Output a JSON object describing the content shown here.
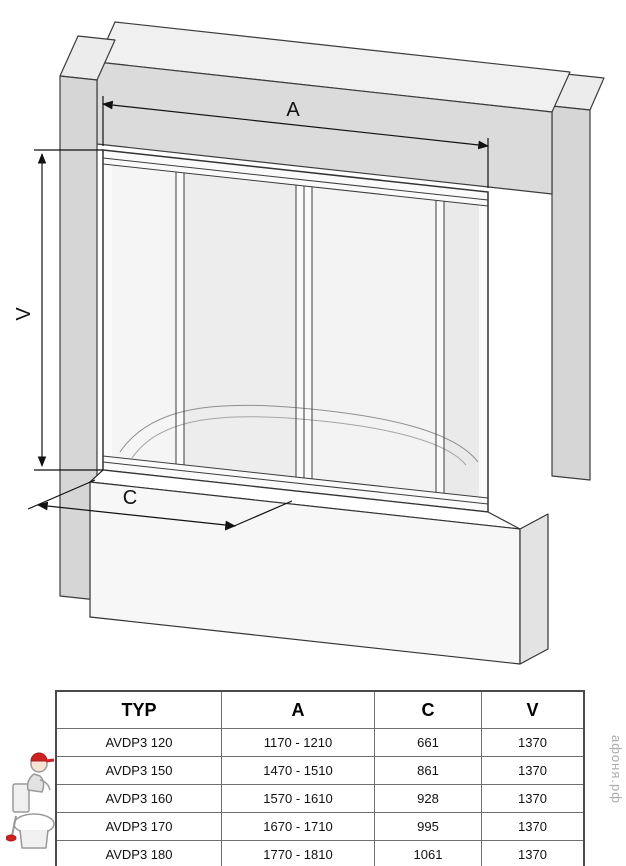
{
  "diagram": {
    "dim_a_label": "A",
    "dim_v_label": "V",
    "dim_c_label": "C"
  },
  "table": {
    "headers": [
      "TYP",
      "A",
      "C",
      "V"
    ],
    "rows": [
      [
        "AVDP3 120",
        "1170 - 1210",
        "661",
        "1370"
      ],
      [
        "AVDP3 150",
        "1470 - 1510",
        "861",
        "1370"
      ],
      [
        "AVDP3 160",
        "1570 - 1610",
        "928",
        "1370"
      ],
      [
        "AVDP3 170",
        "1670 - 1710",
        "995",
        "1370"
      ],
      [
        "AVDP3 180",
        "1770 - 1810",
        "1061",
        "1370"
      ]
    ]
  },
  "watermark": {
    "site_text": "афоня.рф"
  }
}
